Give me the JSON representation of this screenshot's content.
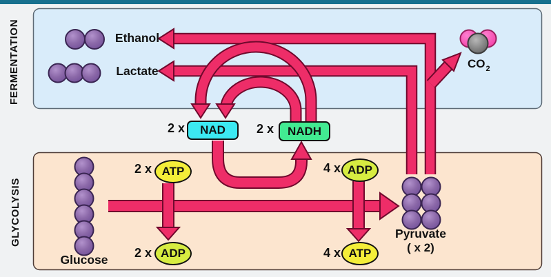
{
  "sections": {
    "fermentation": {
      "label": "FERMENTATION"
    },
    "glycolysis": {
      "label": "GLYCOLYSIS"
    }
  },
  "fermentation": {
    "ethanol": {
      "label": "Ethanol",
      "molecule_units": 2
    },
    "lactate": {
      "label": "Lactate",
      "molecule_units": 3
    },
    "co2": {
      "base": "CO",
      "subscript": "2"
    }
  },
  "cofactors": {
    "nad": {
      "multiplier": "2 x",
      "label": "NAD"
    },
    "nadh": {
      "multiplier": "2 x",
      "label": "NADH"
    }
  },
  "glycolysis": {
    "glucose": {
      "label": "Glucose",
      "molecule_units": 6
    },
    "pyruvate": {
      "label": "Pyruvate",
      "sublabel": "( x 2)",
      "molecule_units": 6
    },
    "atp_invest": {
      "multiplier": "2 x",
      "label": "ATP"
    },
    "adp_invest": {
      "multiplier": "2 x",
      "label": "ADP"
    },
    "adp_payoff": {
      "multiplier": "4 x",
      "label": "ADP"
    },
    "atp_payoff": {
      "multiplier": "4 x",
      "label": "ATP"
    }
  },
  "colors": {
    "top_bar": "#17708e",
    "background": "#f0f2f3",
    "fermentation_box": "#d9ecfa",
    "glycolysis_box": "#fce5cf",
    "arrow_pink": "#ee2d68",
    "arrow_outline": "#70092d",
    "nad_fill": "#3ce9f2",
    "nadh_fill": "#42eb92",
    "atp_fill": "#f4ee39",
    "adp_fill": "#d7ec41",
    "molecule_purple": "#8b68a8",
    "co2_pink": "#f84fb0",
    "co2_gray": "#8a8a8a"
  }
}
